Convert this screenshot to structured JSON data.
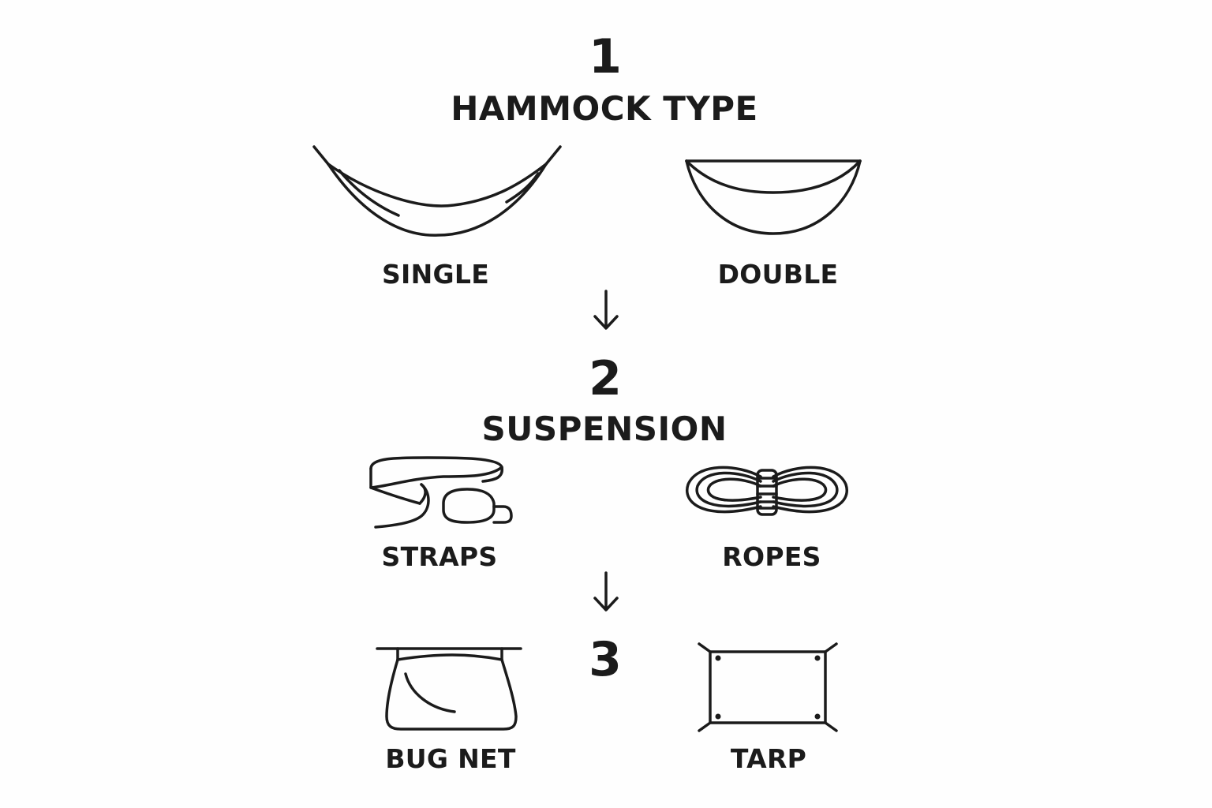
{
  "steps": [
    {
      "number": "1",
      "title": "HAMMOCK TYPE",
      "options": [
        {
          "label": "SINGLE",
          "icon": "single-hammock-icon"
        },
        {
          "label": "DOUBLE",
          "icon": "double-hammock-icon"
        }
      ]
    },
    {
      "number": "2",
      "title": "SUSPENSION",
      "options": [
        {
          "label": "STRAPS",
          "icon": "straps-icon"
        },
        {
          "label": "ROPES",
          "icon": "coiled-rope-icon"
        }
      ]
    },
    {
      "number": "3",
      "title": "",
      "options": [
        {
          "label": "BUG NET",
          "icon": "bug-net-icon"
        },
        {
          "label": "TARP",
          "icon": "tarp-icon"
        }
      ]
    }
  ],
  "connector_icon": "down-arrow-icon",
  "colors": {
    "ink": "#1b1b1b",
    "background": "#fefefe"
  }
}
